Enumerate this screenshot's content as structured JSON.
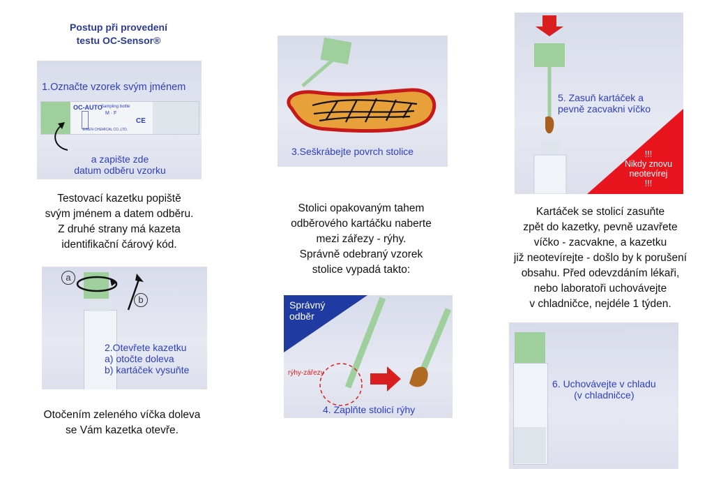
{
  "title": {
    "line1": "Postup při provedení",
    "line2": "testu OC-Sensor®"
  },
  "col1": {
    "panel1": {
      "label": "1.Označte vzorek svým jménem",
      "brand": "OC-AUTO",
      "brand_sub": "Sampling bottle",
      "field_marks": "M · F",
      "ce": "CE",
      "maker": "EIKEN CHEMICAL CO.,LTD.",
      "note_line1": "a zapište zde",
      "note_line2": "datum odběru vzorku"
    },
    "text1": [
      "Testovací kazetku popiště",
      "svým jménem a datem odběru.",
      "Z druhé strany má kazeta",
      "identifikační čárový kód."
    ],
    "panel2": {
      "marker_a": "a",
      "marker_b": "b",
      "label_title": "2.Otevřete kazetku",
      "label_a": "a) otočte doleva",
      "label_b": "b) kartáček vysuňte"
    },
    "text2": [
      "Otočením zeleného víčka doleva",
      "se Vám kazetka otevře."
    ]
  },
  "col2": {
    "panel3": {
      "label": "3.Seškrábejte povrch stolice"
    },
    "text3": [
      "Stolici opakovaným tahem",
      "odběrového kartáčku naberte",
      "mezi zářezy - rýhy.",
      "Správně odebraný vzorek",
      "stolice vypadá takto:"
    ],
    "panel4": {
      "corner_line1": "Správný",
      "corner_line2": "odběr",
      "grooves": "rýhy-zářezy",
      "label": "4. Zaplňte stolicí rýhy"
    }
  },
  "col3": {
    "panel5": {
      "label_line1": "5. Zasuň kartáček a",
      "label_line2": "pevně zacvakni víčko",
      "warn1": "!!!",
      "warn2": "Nikdy znovu",
      "warn3": "neotevírej",
      "warn4": "!!!"
    },
    "text5": [
      "Kartáček se stolicí zasuňte",
      "zpět do kazetky, pevně uzavřete",
      "víčko - zacvakne, a kazetku",
      "již neotevírejte - došlo by k porušení",
      "obsahu. Před odevzdáním lékaři,",
      "nebo laboratoři uchovávejte",
      "v chladničce, nejdéle 1 týden."
    ],
    "panel6": {
      "label_line1": "6. Uchovávejte v chladu",
      "label_line2": "(v chladničce)"
    }
  },
  "colors": {
    "heading": "#2a3a9a",
    "label_blue": "#2b3fc4",
    "cap_green": "#9fcf9c",
    "warning_red": "#e8141e",
    "stool_orange": "#e8a03a"
  },
  "icons": [
    "down-arrow-icon",
    "right-arrow-icon",
    "rotate-arrow-icon",
    "up-arrow-icon",
    "circle-marker-icon"
  ]
}
